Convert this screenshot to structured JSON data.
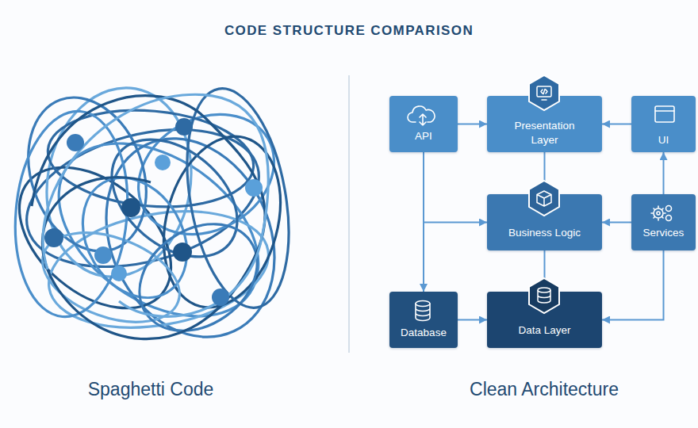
{
  "diagram": {
    "title": "CODE STRUCTURE COMPARISON",
    "nodes": [
      {
        "text": [
          "API"
        ]
      },
      {
        "text": [
          "Presentation Layer"
        ]
      },
      {
        "text": [
          "UI"
        ]
      },
      {
        "text": [
          "Business Logic"
        ]
      },
      {
        "text": [
          "Services"
        ]
      },
      {
        "text": [
          "Database"
        ]
      },
      {
        "text": [
          "Data Layer"
        ]
      }
    ],
    "edges": [
      {
        "from": 0,
        "to": 1,
        "arrow": "to"
      },
      {
        "from": 2,
        "to": 1,
        "arrow": "to"
      },
      {
        "from": 1,
        "to": 3,
        "arrow": "to"
      },
      {
        "from": 3,
        "to": 6,
        "arrow": "to"
      },
      {
        "from": 4,
        "to": 3,
        "arrow": "to"
      },
      {
        "from": 4,
        "to": 2,
        "arrow": "to"
      },
      {
        "from": 5,
        "to": 6,
        "arrow": "to"
      },
      {
        "from": 4,
        "to": 6,
        "arrow": "to"
      },
      {
        "from": 0,
        "to": 5,
        "arrow": "to"
      },
      {
        "from": 0,
        "to": 3,
        "arrow": "to"
      }
    ],
    "labels": [
      "Spaghetti Code",
      "Clean Architecture"
    ]
  }
}
